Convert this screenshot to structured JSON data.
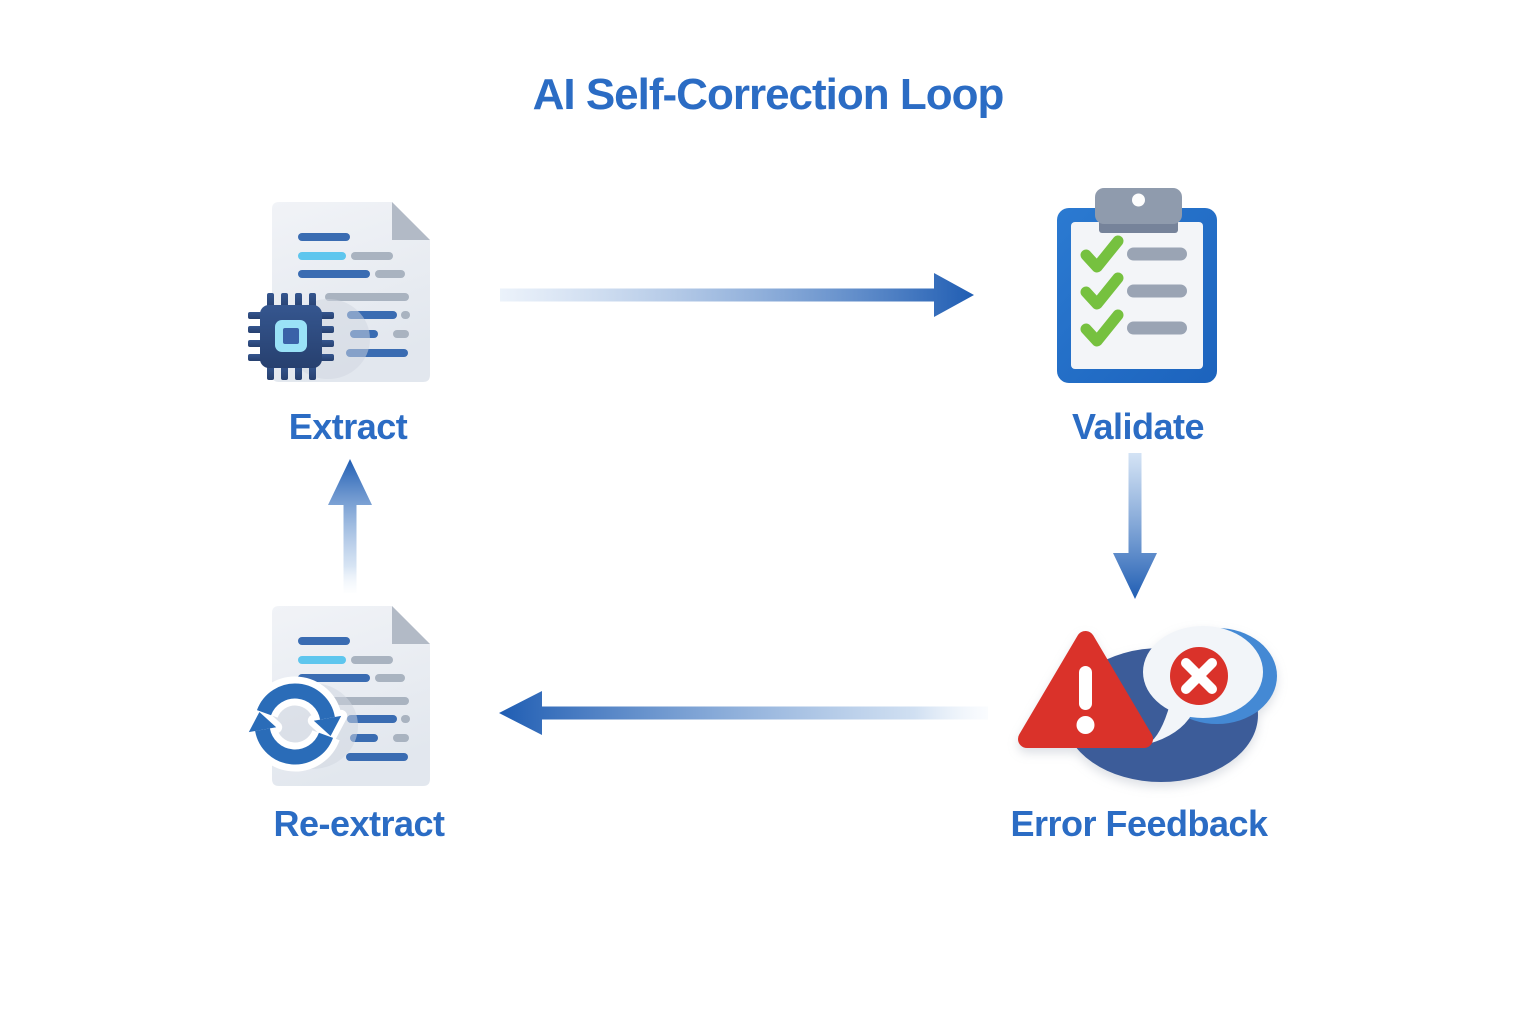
{
  "title": "AI Self-Correction Loop",
  "nodes": [
    {
      "id": "extract",
      "label": "Extract",
      "icon": "document-chip-icon"
    },
    {
      "id": "validate",
      "label": "Validate",
      "icon": "clipboard-checklist-icon"
    },
    {
      "id": "error_feedback",
      "label": "Error Feedback",
      "icon": "warning-error-bubble-icon"
    },
    {
      "id": "re_extract",
      "label": "Re-extract",
      "icon": "document-refresh-icon"
    }
  ],
  "arrows": [
    {
      "from": "Extract",
      "to": "Validate",
      "direction": "right",
      "style": "gradient light-to-dark"
    },
    {
      "from": "Validate",
      "to": "Error Feedback",
      "direction": "down",
      "style": "gradient light-to-dark"
    },
    {
      "from": "Error Feedback",
      "to": "Re-extract",
      "direction": "left",
      "style": "gradient light-to-dark"
    },
    {
      "from": "Re-extract",
      "to": "Extract",
      "direction": "up",
      "style": "gradient light-to-dark"
    }
  ],
  "colors": {
    "title_text": "#2b6cc4",
    "label_text": "#2b6cc4",
    "arrow_dark": "#1f5db3",
    "arrow_light": "#dbe7f6",
    "document_fill": "#e9edf2",
    "document_fold": "#b2bac6",
    "doc_line_blue": "#3a6cb2",
    "doc_line_cyan": "#5ec6ee",
    "doc_line_gray": "#a9b3c0",
    "chip_navy": "#2e4d85",
    "chip_core_cyan": "#9ae2f7",
    "clipboard_frame_blue": "#2171c9",
    "clipboard_clip_gray": "#8f9bad",
    "check_green": "#76c13f",
    "checklist_line_gray": "#9aa4b4",
    "alert_red": "#da322a",
    "feedback_ellipse_navy": "#3c5c99",
    "bubble_white": "#f2f5f9",
    "bubble_back_blue": "#4489d4",
    "refresh_blue": "#2a6cb8"
  }
}
